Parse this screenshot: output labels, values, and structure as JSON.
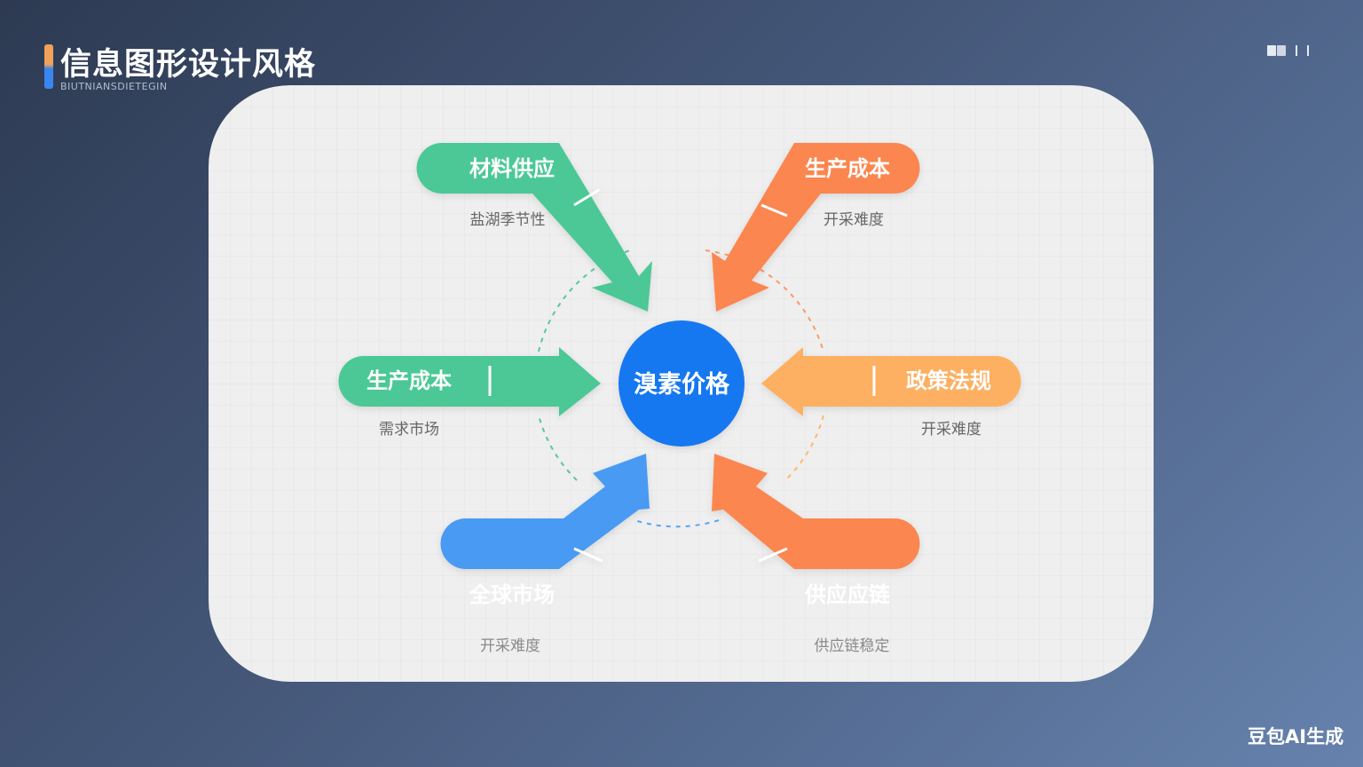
{
  "header": {
    "title": "信息图形设计风格",
    "subtitle": "BIUTNIANSDIETEGIN"
  },
  "watermark": "豆包AI生成",
  "colors": {
    "green": "#4cc896",
    "orange": "#fb8650",
    "amber": "#fdb062",
    "blue": "#4a9af3",
    "center": "#1878f0"
  },
  "diagram": {
    "center": {
      "label": "溴素价格"
    },
    "nodes": [
      {
        "id": "top-left",
        "label": "材料供应",
        "sublabel": "盐湖季节性"
      },
      {
        "id": "top-right",
        "label": "生产成本",
        "sublabel": "开采难度"
      },
      {
        "id": "mid-left",
        "label": "生产成本",
        "sublabel": "需求市场"
      },
      {
        "id": "mid-right",
        "label": "政策法规",
        "sublabel": "开采难度"
      },
      {
        "id": "bottom-left",
        "label": "全球市场",
        "sublabel": "开采难度"
      },
      {
        "id": "bottom-right",
        "label": "供应应链",
        "sublabel": "供应链稳定"
      }
    ]
  }
}
